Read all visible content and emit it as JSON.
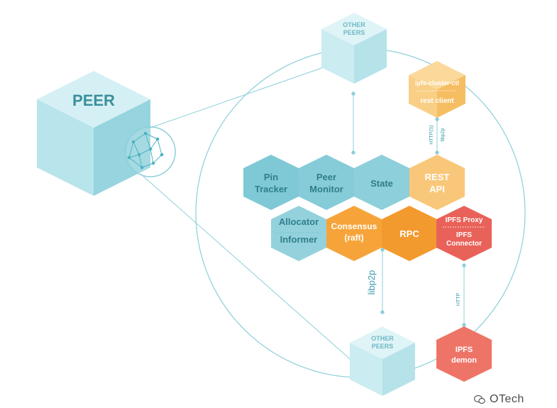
{
  "colors": {
    "teal_light": "#cdeef3",
    "teal_mid": "#a8dde6",
    "teal_dark": "#86ccd8",
    "teal_hex": "#7fc9d6",
    "teal_text": "#2f8f9d",
    "orange": "#f6a43a",
    "orange_light": "#f9cf86",
    "red": "#e8625a",
    "red_light": "#f07f73",
    "line": "#8ccfd9",
    "orange_text": "#ffffff"
  },
  "cubes": {
    "main_peer": {
      "label": "PEER"
    },
    "other_peers_top": {
      "label_line1": "OTHER",
      "label_line2": "PEERS"
    },
    "other_peers_bottom": {
      "label_line1": "OTHER",
      "label_line2": "PEERS"
    },
    "ipfs_cluster_ctl": {
      "label_line1": "ipfs-cluster-ctl",
      "label_line2": "rest client"
    }
  },
  "components": {
    "pin_tracker": {
      "line1": "Pin",
      "line2": "Tracker"
    },
    "peer_monitor": {
      "line1": "Peer",
      "line2": "Monitor"
    },
    "state": {
      "line1": "State"
    },
    "rest_api": {
      "line1": "REST",
      "line2": "API"
    },
    "allocator_informer": {
      "line1": "Allocator",
      "line2": "Informer"
    },
    "consensus": {
      "line1": "Consensus",
      "line2": "(raft)"
    },
    "rpc": {
      "line1": "RPC"
    },
    "ipfs_proxy_connector": {
      "line1": "IPFS Proxy",
      "line2": "IPFS",
      "line3": "Connector"
    },
    "ipfs_demon": {
      "line1": "IPFS",
      "line2": "demon"
    }
  },
  "connections": {
    "consensus_other_peers": "libp2p",
    "ctl_rest_http": "HTTP(S)",
    "ctl_rest_libp2p": "libp2p",
    "connector_daemon": "HTTP"
  },
  "watermark": {
    "text": "OTech",
    "icon": "wechat-icon"
  }
}
